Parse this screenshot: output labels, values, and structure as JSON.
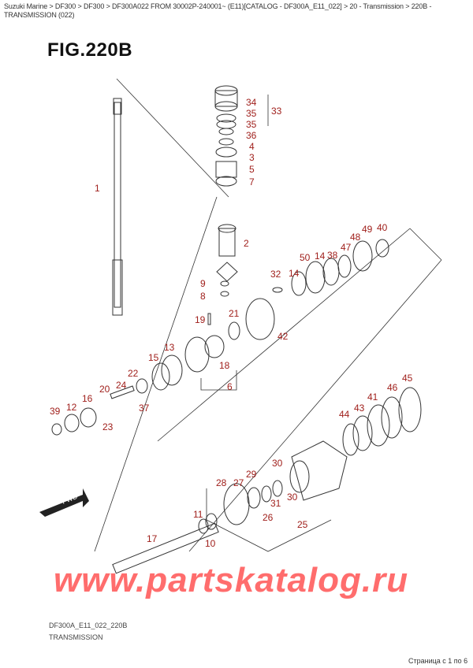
{
  "breadcrumb": "Suzuki Marine > DF300 > DF300 > DF300A022 FROM 30002P-240001~ (E11)[CATALOG - DF300A_E11_022] > 20 - Transmission > 220B - TRANSMISSION (022)",
  "figure_title": "FIG.220B",
  "watermark": "www.partskatalog.ru",
  "forward_label": "FWD",
  "callouts": [
    "34",
    "33",
    "35",
    "35",
    "36",
    "4",
    "3",
    "5",
    "7",
    "1",
    "2",
    "49",
    "40",
    "48",
    "47",
    "38",
    "14",
    "50",
    "14",
    "32",
    "9",
    "8",
    "21",
    "19",
    "42",
    "13",
    "15",
    "18",
    "22",
    "24",
    "20",
    "6",
    "16",
    "45",
    "46",
    "41",
    "12",
    "39",
    "37",
    "43",
    "44",
    "23",
    "30",
    "29",
    "28",
    "27",
    "31",
    "30",
    "26",
    "25",
    "11",
    "17",
    "10"
  ],
  "footer": {
    "code": "DF300A_E11_022_220B",
    "caption": "TRANSMISSION",
    "page": "Страница с 1 по 6"
  },
  "colors": {
    "callout": "#a0201c",
    "watermark": "#ff3c3c"
  }
}
